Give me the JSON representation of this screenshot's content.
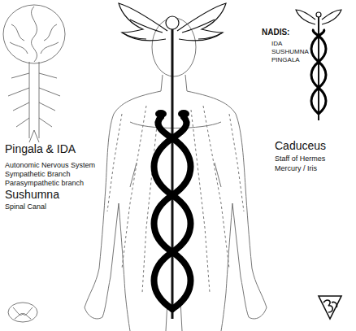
{
  "diagram": {
    "labels": [
      "Pingala & IDA",
      "Autonomic Nervous System",
      "Sympathetic Branch",
      "Parasympathetic branch",
      "Sushumna",
      "Spinal Canal",
      "NADIS:",
      "IDA",
      "SUSHUMNA",
      "PINGALA",
      "Caduceus",
      "Staff of Hermes",
      "Mercury / Iris"
    ]
  }
}
